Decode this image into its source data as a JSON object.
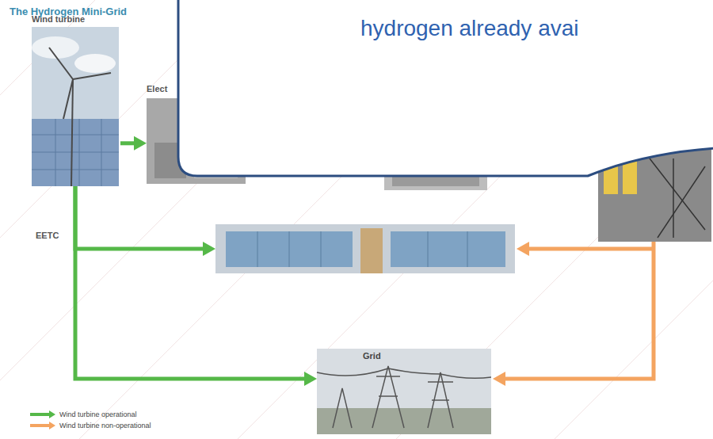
{
  "diagram": {
    "title": "The Hydrogen Mini-Grid",
    "nodes": [
      {
        "text": [
          "hydrogen already avai"
        ]
      },
      {
        "text": [
          "Wind turbine"
        ]
      },
      {
        "text": [
          "Elect"
        ]
      },
      {
        "text": [
          "EETC"
        ]
      },
      {
        "text": [
          "Grid"
        ]
      }
    ],
    "edges": [
      {
        "from": 1,
        "to": 2,
        "arrow": "to"
      },
      {
        "from": 1,
        "to": 3,
        "arrow": "to"
      },
      {
        "from": 1,
        "to": 4,
        "arrow": "to"
      }
    ],
    "legend": [
      {
        "text": "Wind turbine operational",
        "color": "#55b848"
      },
      {
        "text": "Wind turbine non-operational",
        "color": "#f4a460"
      }
    ]
  }
}
